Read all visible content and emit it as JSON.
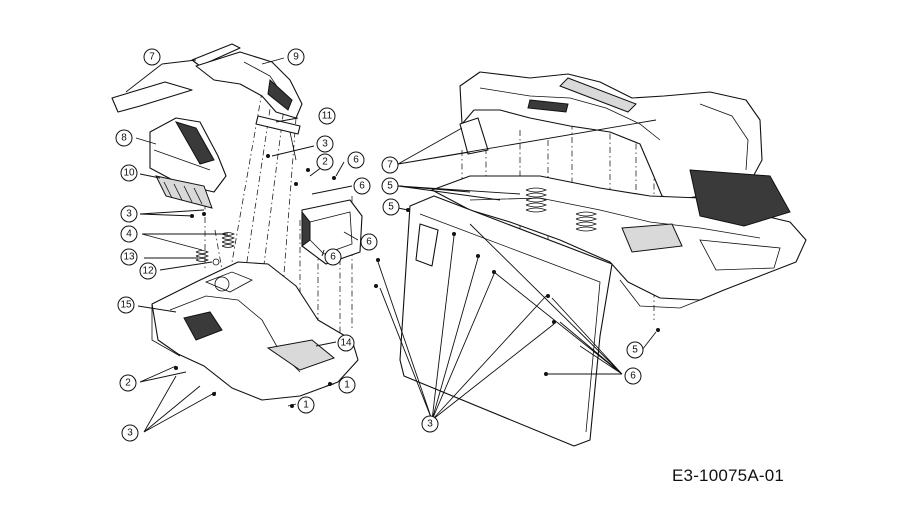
{
  "document_id": "E3-10075A-01",
  "callouts": [
    {
      "id": "c7a",
      "label": "7"
    },
    {
      "id": "c9",
      "label": "9"
    },
    {
      "id": "c8",
      "label": "8"
    },
    {
      "id": "c11",
      "label": "11"
    },
    {
      "id": "c3a",
      "label": "3"
    },
    {
      "id": "c2a",
      "label": "2"
    },
    {
      "id": "c6a",
      "label": "6"
    },
    {
      "id": "c6b",
      "label": "6"
    },
    {
      "id": "c10",
      "label": "10"
    },
    {
      "id": "c3b",
      "label": "3"
    },
    {
      "id": "c4",
      "label": "4"
    },
    {
      "id": "c13",
      "label": "13"
    },
    {
      "id": "c12",
      "label": "12"
    },
    {
      "id": "c6c",
      "label": "6"
    },
    {
      "id": "c6d",
      "label": "6"
    },
    {
      "id": "c15",
      "label": "15"
    },
    {
      "id": "c14",
      "label": "14"
    },
    {
      "id": "c2b",
      "label": "2"
    },
    {
      "id": "c1a",
      "label": "1"
    },
    {
      "id": "c1b",
      "label": "1"
    },
    {
      "id": "c3c",
      "label": "3"
    },
    {
      "id": "c7b",
      "label": "7"
    },
    {
      "id": "c5a",
      "label": "5"
    },
    {
      "id": "c5b",
      "label": "5"
    },
    {
      "id": "c5c",
      "label": "5"
    },
    {
      "id": "c6e",
      "label": "6"
    },
    {
      "id": "c3d",
      "label": "3"
    }
  ]
}
